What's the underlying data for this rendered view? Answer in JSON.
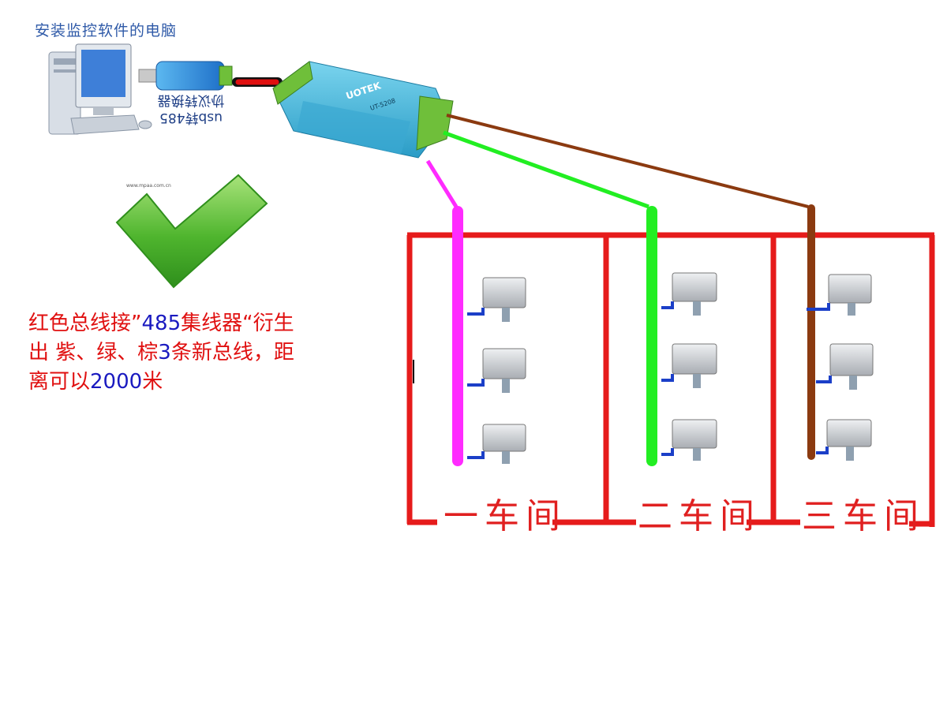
{
  "pc": {
    "title": "安装监控软件的电脑"
  },
  "usb": {
    "label_line1": "usb转485",
    "label_line2": "协议转换器"
  },
  "hub": {
    "brand": "UOTEK",
    "model": "UT-5208"
  },
  "watermark": "www.mpaa.com.cn",
  "note": {
    "part1": "红色总线接”",
    "part2": "485",
    "part3": "集线器“衍生出 紫、绿、棕",
    "part4": "3",
    "part5": "条新总线，距离可以",
    "part6": "2000",
    "part7": "米"
  },
  "rooms": [
    {
      "label": "一车间",
      "bus_color": "#ff2bff"
    },
    {
      "label": "二车间",
      "bus_color": "#22ee22"
    },
    {
      "label": "三车间",
      "bus_color": "#8b3a10"
    }
  ],
  "colors": {
    "frame": "#e61b1b",
    "branch": "#1b3fc8",
    "red_bus": "#e01010",
    "check": "#3fae2a"
  }
}
